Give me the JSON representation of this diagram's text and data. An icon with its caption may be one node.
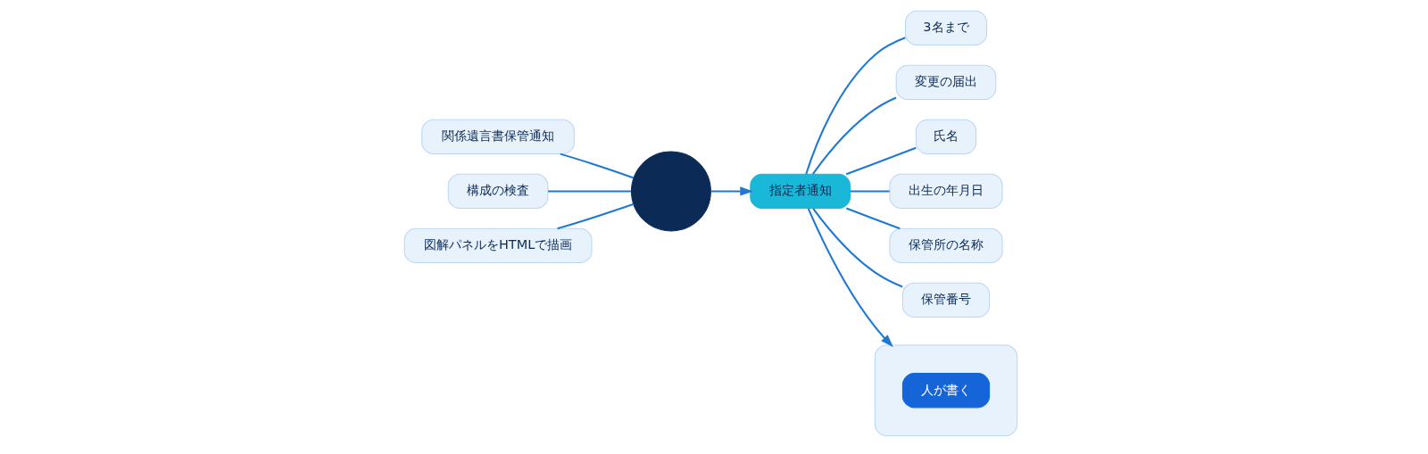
{
  "diagram": {
    "nodes": [
      {
        "text": [
          "関係遺言書保管通知"
        ]
      },
      {
        "text": [
          "構成の検査"
        ]
      },
      {
        "text": [
          "図解パネルをHTMLで描画"
        ]
      },
      {
        "text": [],
        "shape": "circle"
      },
      {
        "text": [
          "指定者通知"
        ]
      },
      {
        "text": [
          "3名まで"
        ]
      },
      {
        "text": [
          "変更の届出"
        ]
      },
      {
        "text": [
          "氏名"
        ]
      },
      {
        "text": [
          "出生の年月日"
        ]
      },
      {
        "text": [
          "保管所の名称"
        ]
      },
      {
        "text": [
          "保管番号"
        ]
      },
      {
        "text": [],
        "shape": "box"
      },
      {
        "text": [
          "人が書く"
        ],
        "in": 11
      }
    ],
    "edges": [
      {
        "from": 0,
        "to": 3,
        "arrow": "none"
      },
      {
        "from": 1,
        "to": 3,
        "arrow": "none"
      },
      {
        "from": 2,
        "to": 3,
        "arrow": "none"
      },
      {
        "from": 3,
        "to": 4,
        "arrow": "to"
      },
      {
        "from": 4,
        "to": 5,
        "arrow": "none"
      },
      {
        "from": 4,
        "to": 6,
        "arrow": "none"
      },
      {
        "from": 4,
        "to": 7,
        "arrow": "none"
      },
      {
        "from": 4,
        "to": 8,
        "arrow": "none"
      },
      {
        "from": 4,
        "to": 9,
        "arrow": "none"
      },
      {
        "from": 4,
        "to": 10,
        "arrow": "none"
      },
      {
        "from": 4,
        "to": 11,
        "arrow": "to"
      }
    ]
  }
}
